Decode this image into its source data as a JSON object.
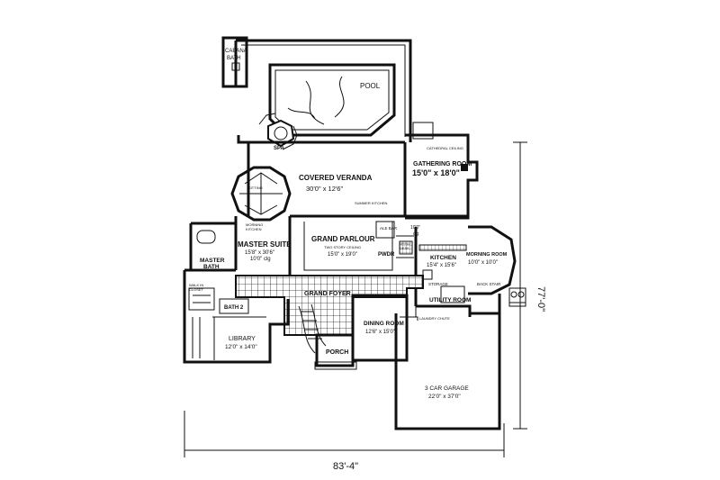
{
  "rooms": {
    "cabana_bath": [
      "CABANA",
      "BATH"
    ],
    "pool": "POOL",
    "spa": "SPA",
    "covered_veranda": {
      "name": "COVERED VERANDA",
      "size": "30'0\" x 12'6\""
    },
    "sitting": "SITTING",
    "summer_kitchen": "SUMMER KITCHEN",
    "gathering_room": {
      "name": "GATHERING ROOM",
      "size": "15'0\" x 18'0\"",
      "note": "CATHEDRAL CEILING"
    },
    "morning_kitchen": [
      "MORNING",
      "KITCHEN"
    ],
    "master_suite": {
      "name": "MASTER SUITE",
      "size": "15'8\" x 30'6\"",
      "note": "10'0\" clg"
    },
    "grand_parlour": {
      "name": "GRAND PARLOUR",
      "note": "TWO STORY CEILING",
      "size": "15'0\" x 19'0\""
    },
    "ale_bar": "ALE BAR",
    "ten_clg": [
      "10'0\"",
      "clg"
    ],
    "menu_desk": [
      "MENU",
      "DESK"
    ],
    "pwdr": "PWDR",
    "kitchen": {
      "name": "KITCHEN",
      "size": "15'4\" x 15'6\""
    },
    "morning_room": {
      "name": "MORNING ROOM",
      "size": "10'0\" x 10'0\""
    },
    "master_bath": [
      "MASTER",
      "BATH"
    ],
    "storage": "STORAGE",
    "back_stair": "BACK STAIR",
    "grand_foyer": "GRAND FOYER",
    "walk_in_closet": [
      "WALK IN",
      "CLOSET"
    ],
    "bath2": "BATH 2",
    "utility_room": "UTILITY ROOM",
    "dining_room": {
      "name": "DINING ROOM",
      "size": "12'6\" x 15'0\""
    },
    "laundry_chute": "LAUNDRY CHUTE",
    "library": {
      "name": "LIBRARY",
      "size": "12'0\" x 14'0\""
    },
    "porch": "PORCH",
    "garage": {
      "name": "3 CAR GARAGE",
      "size": "22'0\" x 37'0\""
    }
  },
  "dimensions": {
    "width": "83'-4\"",
    "depth": "77'-0\""
  }
}
